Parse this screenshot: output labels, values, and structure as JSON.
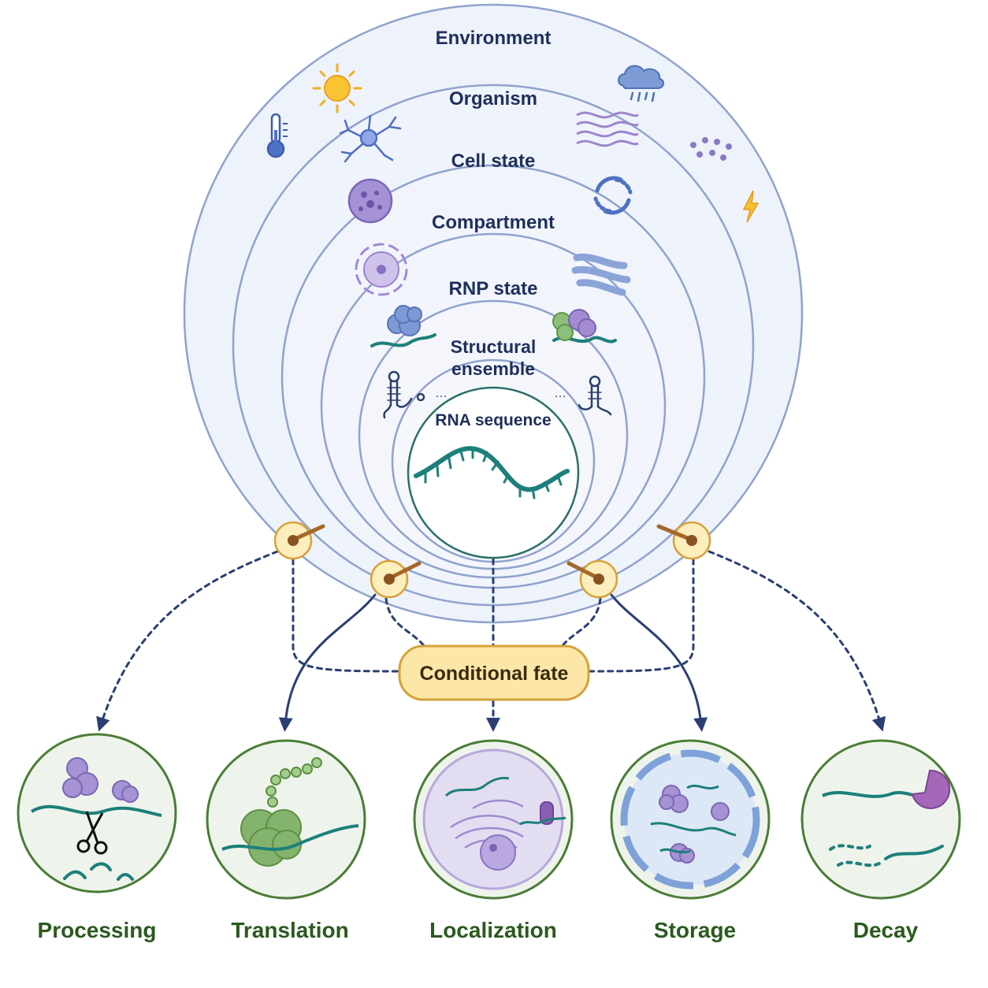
{
  "layers": [
    {
      "label": "Environment"
    },
    {
      "label": "Organism"
    },
    {
      "label": "Cell state"
    },
    {
      "label": "Compartment"
    },
    {
      "label": "RNP state"
    },
    {
      "label_line1": "Structural",
      "label_line2": "ensemble"
    },
    {
      "label": "RNA sequence"
    }
  ],
  "center": {
    "label": "Conditional fate"
  },
  "outcomes": [
    {
      "label": "Processing"
    },
    {
      "label": "Translation"
    },
    {
      "label": "Localization"
    },
    {
      "label": "Storage"
    },
    {
      "label": "Decay"
    }
  ],
  "icons": {
    "environment": [
      "sun-icon",
      "rain-cloud-icon",
      "thermometer-icon",
      "particles-icon",
      "lightning-icon"
    ],
    "organism": [
      "neuron-icon",
      "tissue-icon"
    ],
    "cell_state": [
      "cell-icon",
      "cycle-arrows-icon"
    ],
    "compartment": [
      "nucleus-icon",
      "er-icon"
    ],
    "rnp_state": [
      "protein-bound-rna-icon",
      "protein-complex-rna-icon"
    ],
    "structural_ensemble": [
      "hairpin-structure-icon",
      "hairpin-structure-icon"
    ],
    "outcomes": [
      "scissors-icon",
      "ribosome-icon",
      "cell-compartment-icon",
      "granule-icon",
      "exonuclease-icon"
    ]
  },
  "colors": {
    "ring_stroke": "#8fa3cc",
    "ring_fill": "#eef2fa",
    "rna": "#1d7f7a",
    "arrow": "#2b3f73",
    "fate_fill": "#fde7a8",
    "fate_stroke": "#d4a23a",
    "outcome_stroke": "#4a7d35",
    "outcome_label": "#2a5a1e",
    "knob": "#a5672a"
  }
}
